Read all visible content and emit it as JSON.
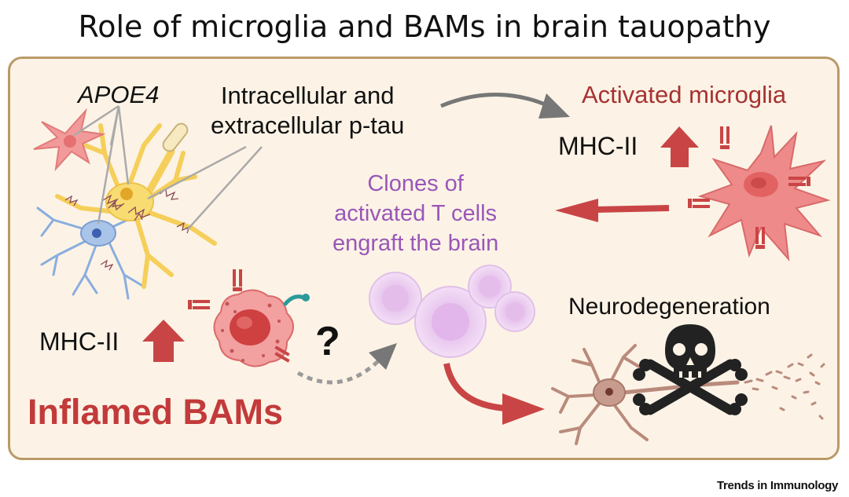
{
  "title": "Role of microglia and BAMs in brain tauopathy",
  "labels": {
    "apoe4": "APOE4",
    "ptau_line1": "Intracellular and",
    "ptau_line2": "extracellular p-tau",
    "activated_microglia": "Activated microglia",
    "mhc_microglia": "MHC-II",
    "tcells_line1": "Clones of",
    "tcells_line2": "activated T cells",
    "tcells_line3": "engraft the brain",
    "mhc_bams": "MHC-II",
    "inflamed_bams": "Inflamed BAMs",
    "question": "?",
    "neurodegeneration": "Neurodegeneration"
  },
  "footer": "Trends in Immunology",
  "colors": {
    "frame_border": "#b99a68",
    "frame_fill": "#fcf3e6",
    "microglia": "#ee8a8a",
    "arrow_red": "#c94545",
    "tcell": "#e7c6ec",
    "neuron_yellow": "#f8dc72",
    "neuron_blue": "#a8c4e8",
    "dying_neuron": "#b98b7c"
  }
}
